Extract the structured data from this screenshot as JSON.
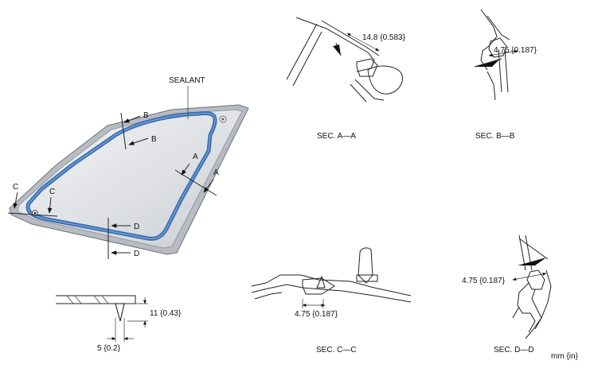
{
  "labels": {
    "sealant": "SEALANT",
    "cut_a1": "A",
    "cut_a2": "A",
    "cut_b1": "B",
    "cut_b2": "B",
    "cut_c1": "C",
    "cut_c2": "C",
    "cut_d1": "D",
    "cut_d2": "D"
  },
  "sections": {
    "aa": {
      "title": "SEC. A—A",
      "dimension": "14.8 {0.583}"
    },
    "bb": {
      "title": "SEC. B—B",
      "dimension": "4.75 {0.187}"
    },
    "cc": {
      "title": "SEC. C—C",
      "dimension": "4.75 {0.187}"
    },
    "dd": {
      "title": "SEC. D—D",
      "dimension": "4.75 {0.187}"
    }
  },
  "bead_detail": {
    "height": "11 {0.43}",
    "width": "5 {0.2}"
  },
  "units": "mm {in}",
  "colors": {
    "sealant": "#3a6fb3",
    "glass": "#e4e6ea",
    "frame": "#8a8d92"
  }
}
